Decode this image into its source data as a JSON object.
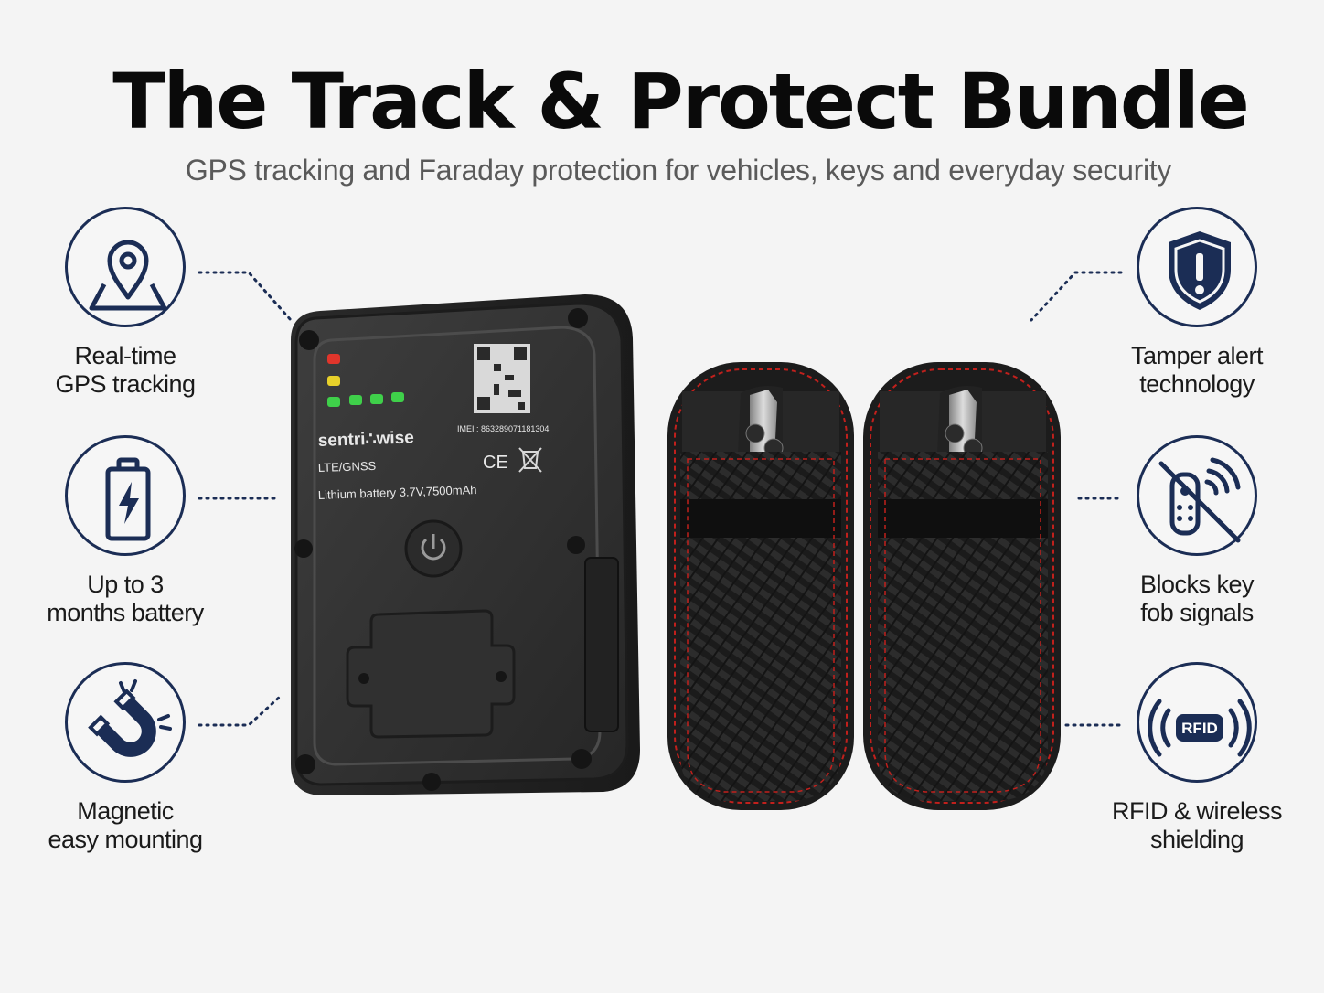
{
  "header": {
    "title": "The Track & Protect Bundle",
    "subtitle": "GPS tracking and Faraday protection for vehicles, keys and everyday security"
  },
  "features_left": [
    {
      "icon": "map-pin-icon",
      "line1": "Real-time",
      "line2": "GPS tracking"
    },
    {
      "icon": "battery-icon",
      "line1": "Up to 3",
      "line2": "months battery"
    },
    {
      "icon": "magnet-icon",
      "line1": "Magnetic",
      "line2": "easy mounting"
    }
  ],
  "features_right": [
    {
      "icon": "shield-alert-icon",
      "line1": "Tamper alert",
      "line2": "technology"
    },
    {
      "icon": "blocked-key-fob-icon",
      "line1": "Blocks key",
      "line2": "fob signals"
    },
    {
      "icon": "rfid-icon",
      "line1": "RFID & wireless",
      "line2": "shielding",
      "badge": "RFID"
    }
  ],
  "device": {
    "brand": "sentri∴wise",
    "imei": "IMEI : 863289071181304",
    "network": "LTE/GNSS",
    "battery": "Lithium battery 3.7V,7500mAh",
    "ce_mark": "CE"
  },
  "colors": {
    "icon_navy": "#1b2d55",
    "led_red": "#e0352b",
    "led_yellow": "#e8d12a",
    "led_green": "#3fd04a",
    "pouch_stitch": "#c1201c"
  }
}
